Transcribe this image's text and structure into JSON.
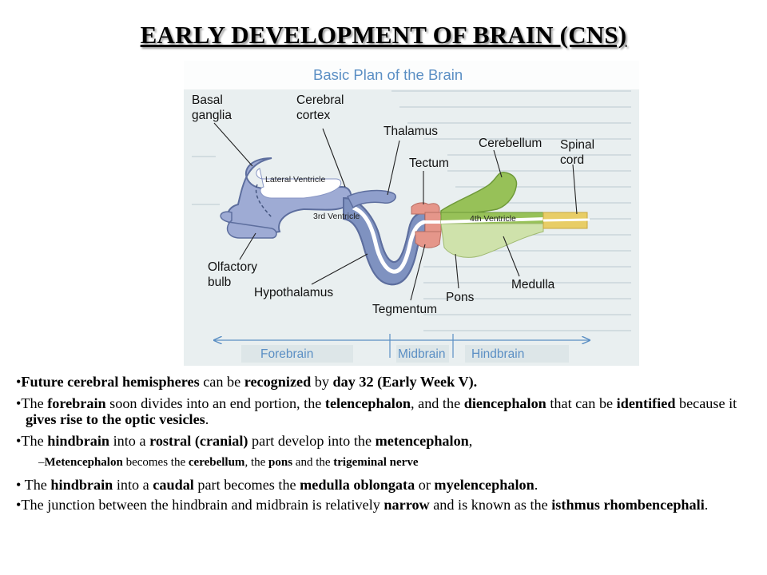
{
  "title": "EARLY DEVELOPMENT OF BRAIN (CNS)",
  "figure": {
    "caption": "Basic Plan of the Brain",
    "labels": {
      "basal_ganglia": [
        "Basal",
        "ganglia"
      ],
      "cerebral_cortex": [
        "Cerebral",
        "cortex"
      ],
      "thalamus": "Thalamus",
      "cerebellum": "Cerebellum",
      "tectum": "Tectum",
      "spinal_cord": [
        "Spinal",
        "cord"
      ],
      "lateral_ventricle": "Lateral Ventricle",
      "third_ventricle": "3rd Ventricle",
      "fourth_ventricle": "4th Ventricle",
      "olfactory_bulb": [
        "Olfactory",
        "bulb"
      ],
      "hypothalamus": "Hypothalamus",
      "tegmentum": "Tegmentum",
      "pons": "Pons",
      "medulla": "Medulla"
    },
    "divisions": {
      "forebrain": "Forebrain",
      "midbrain": "Midbrain",
      "hindbrain": "Hindbrain"
    },
    "colors": {
      "forebrain": "#7f92c0",
      "forebrain_outline": "#5d6e9e",
      "forebrain_light": "#9eabd4",
      "midbrain": "#e5968a",
      "hindbrain": "#97c158",
      "hindbrain_light": "#cfe2ab",
      "spinal": "#e8cd66",
      "division_text": "#5b8fc4",
      "background": "#dde6e8"
    }
  },
  "bullets": [
    {
      "level": 1,
      "parts": [
        {
          "t": "•"
        },
        {
          "t": "Future cerebral hemispheres",
          "b": true
        },
        {
          "t": " can be "
        },
        {
          "t": "recognized",
          "b": true
        },
        {
          "t": " by "
        },
        {
          "t": "day 32 (Early Week V).",
          "b": true
        }
      ]
    },
    {
      "level": 1,
      "parts": [
        {
          "t": "•The "
        },
        {
          "t": "forebrain",
          "b": true
        },
        {
          "t": " soon divides into an end portion, the "
        },
        {
          "t": "telencephalon",
          "b": true
        },
        {
          "t": ", and the "
        },
        {
          "t": "diencephalon",
          "b": true
        },
        {
          "t": " that can be "
        },
        {
          "t": "identified",
          "b": true
        },
        {
          "t": " because it "
        },
        {
          "t": "gives rise to the optic vesicles",
          "b": true
        },
        {
          "t": "."
        }
      ]
    },
    {
      "level": 1,
      "parts": [
        {
          "t": "•The "
        },
        {
          "t": "hindbrain",
          "b": true
        },
        {
          "t": " into a "
        },
        {
          "t": "rostral (cranial)",
          "b": true
        },
        {
          "t": " part develop into the "
        },
        {
          "t": "metencephalon",
          "b": true
        },
        {
          "t": ","
        }
      ]
    },
    {
      "level": 2,
      "parts": [
        {
          "t": "–"
        },
        {
          "t": "Metencephalon",
          "b": true
        },
        {
          "t": " becomes the "
        },
        {
          "t": "cerebellum",
          "b": true
        },
        {
          "t": ", the "
        },
        {
          "t": "pons",
          "b": true
        },
        {
          "t": " and the "
        },
        {
          "t": "trigeminal nerve",
          "b": true
        }
      ]
    },
    {
      "level": 1,
      "parts": [
        {
          "t": "• The "
        },
        {
          "t": "hindbrain",
          "b": true
        },
        {
          "t": " into a "
        },
        {
          "t": "caudal",
          "b": true
        },
        {
          "t": " part becomes the "
        },
        {
          "t": "medulla oblongata",
          "b": true
        },
        {
          "t": " or "
        },
        {
          "t": "myelencephalon",
          "b": true
        },
        {
          "t": "."
        }
      ]
    },
    {
      "level": 1,
      "parts": [
        {
          "t": "•The junction between the hindbrain and midbrain is relatively "
        },
        {
          "t": "narrow",
          "b": true
        },
        {
          "t": " and is known as the "
        },
        {
          "t": "isthmus rhombencephali",
          "b": true
        },
        {
          "t": "."
        }
      ]
    }
  ]
}
